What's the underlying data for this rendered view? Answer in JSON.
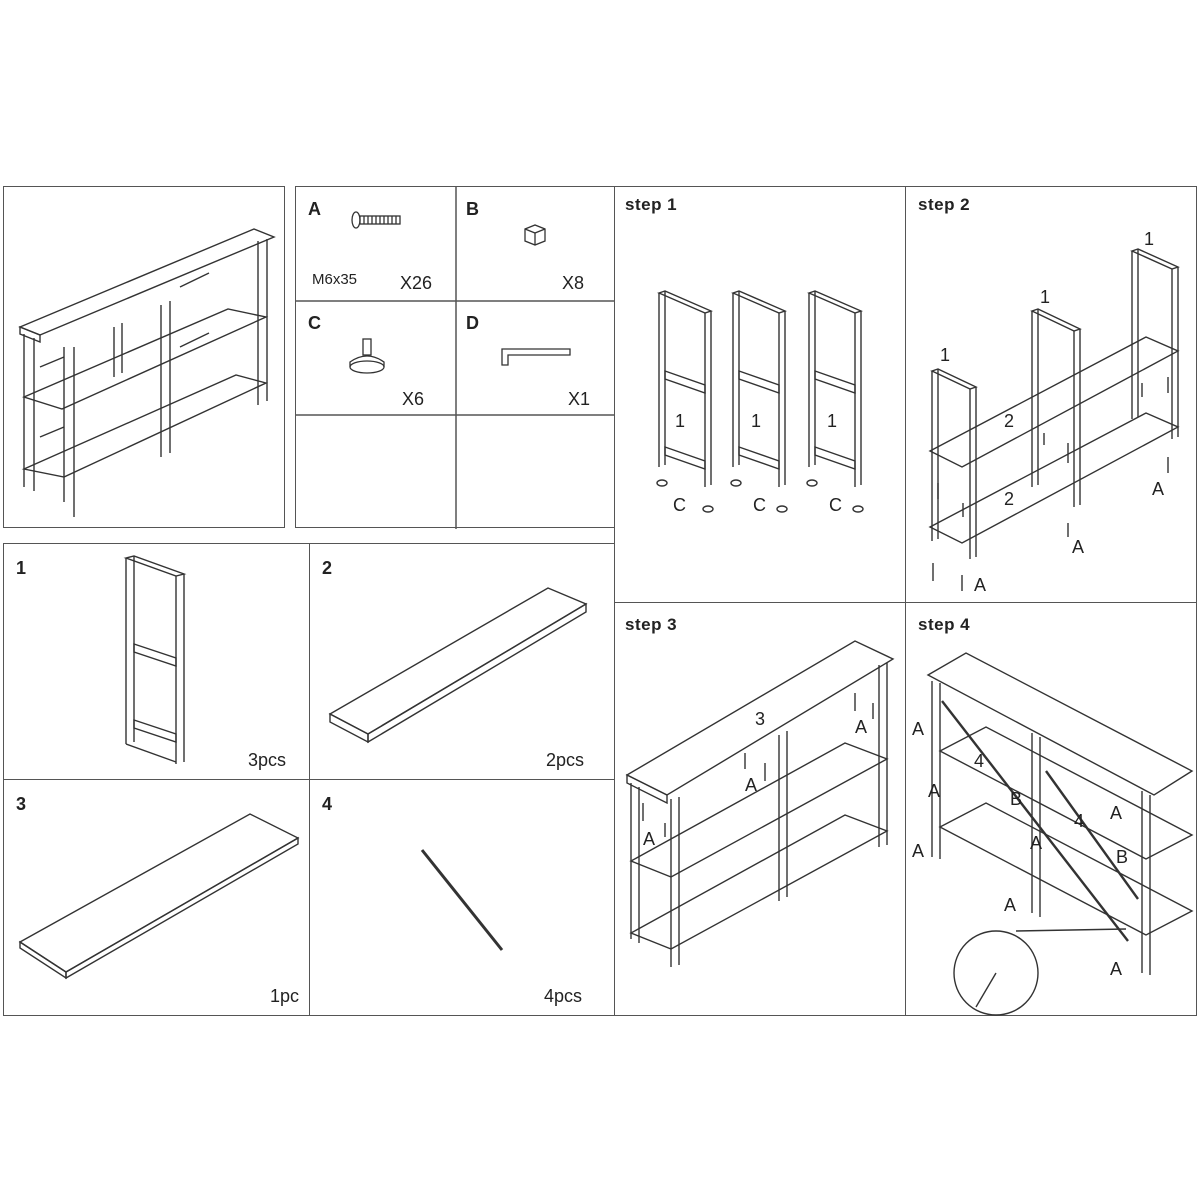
{
  "hardware": {
    "A": {
      "letter": "A",
      "size": "M6x35",
      "qty": "X26"
    },
    "B": {
      "letter": "B",
      "qty": "X8"
    },
    "C": {
      "letter": "C",
      "qty": "X6"
    },
    "D": {
      "letter": "D",
      "qty": "X1"
    }
  },
  "parts": {
    "p1": {
      "number": "1",
      "qty": "3pcs"
    },
    "p2": {
      "number": "2",
      "qty": "2pcs"
    },
    "p3": {
      "number": "3",
      "qty": "1pc"
    },
    "p4": {
      "number": "4",
      "qty": "4pcs"
    }
  },
  "steps": {
    "s1": {
      "title": "step 1",
      "part": "1",
      "foot": "C"
    },
    "s2": {
      "title": "step 2",
      "frame": "1",
      "shelf": "2",
      "screw": "A"
    },
    "s3": {
      "title": "step 3",
      "top": "3",
      "screw": "A"
    },
    "s4": {
      "title": "step 4",
      "brace": "4",
      "screw": "A",
      "nut": "B"
    }
  }
}
